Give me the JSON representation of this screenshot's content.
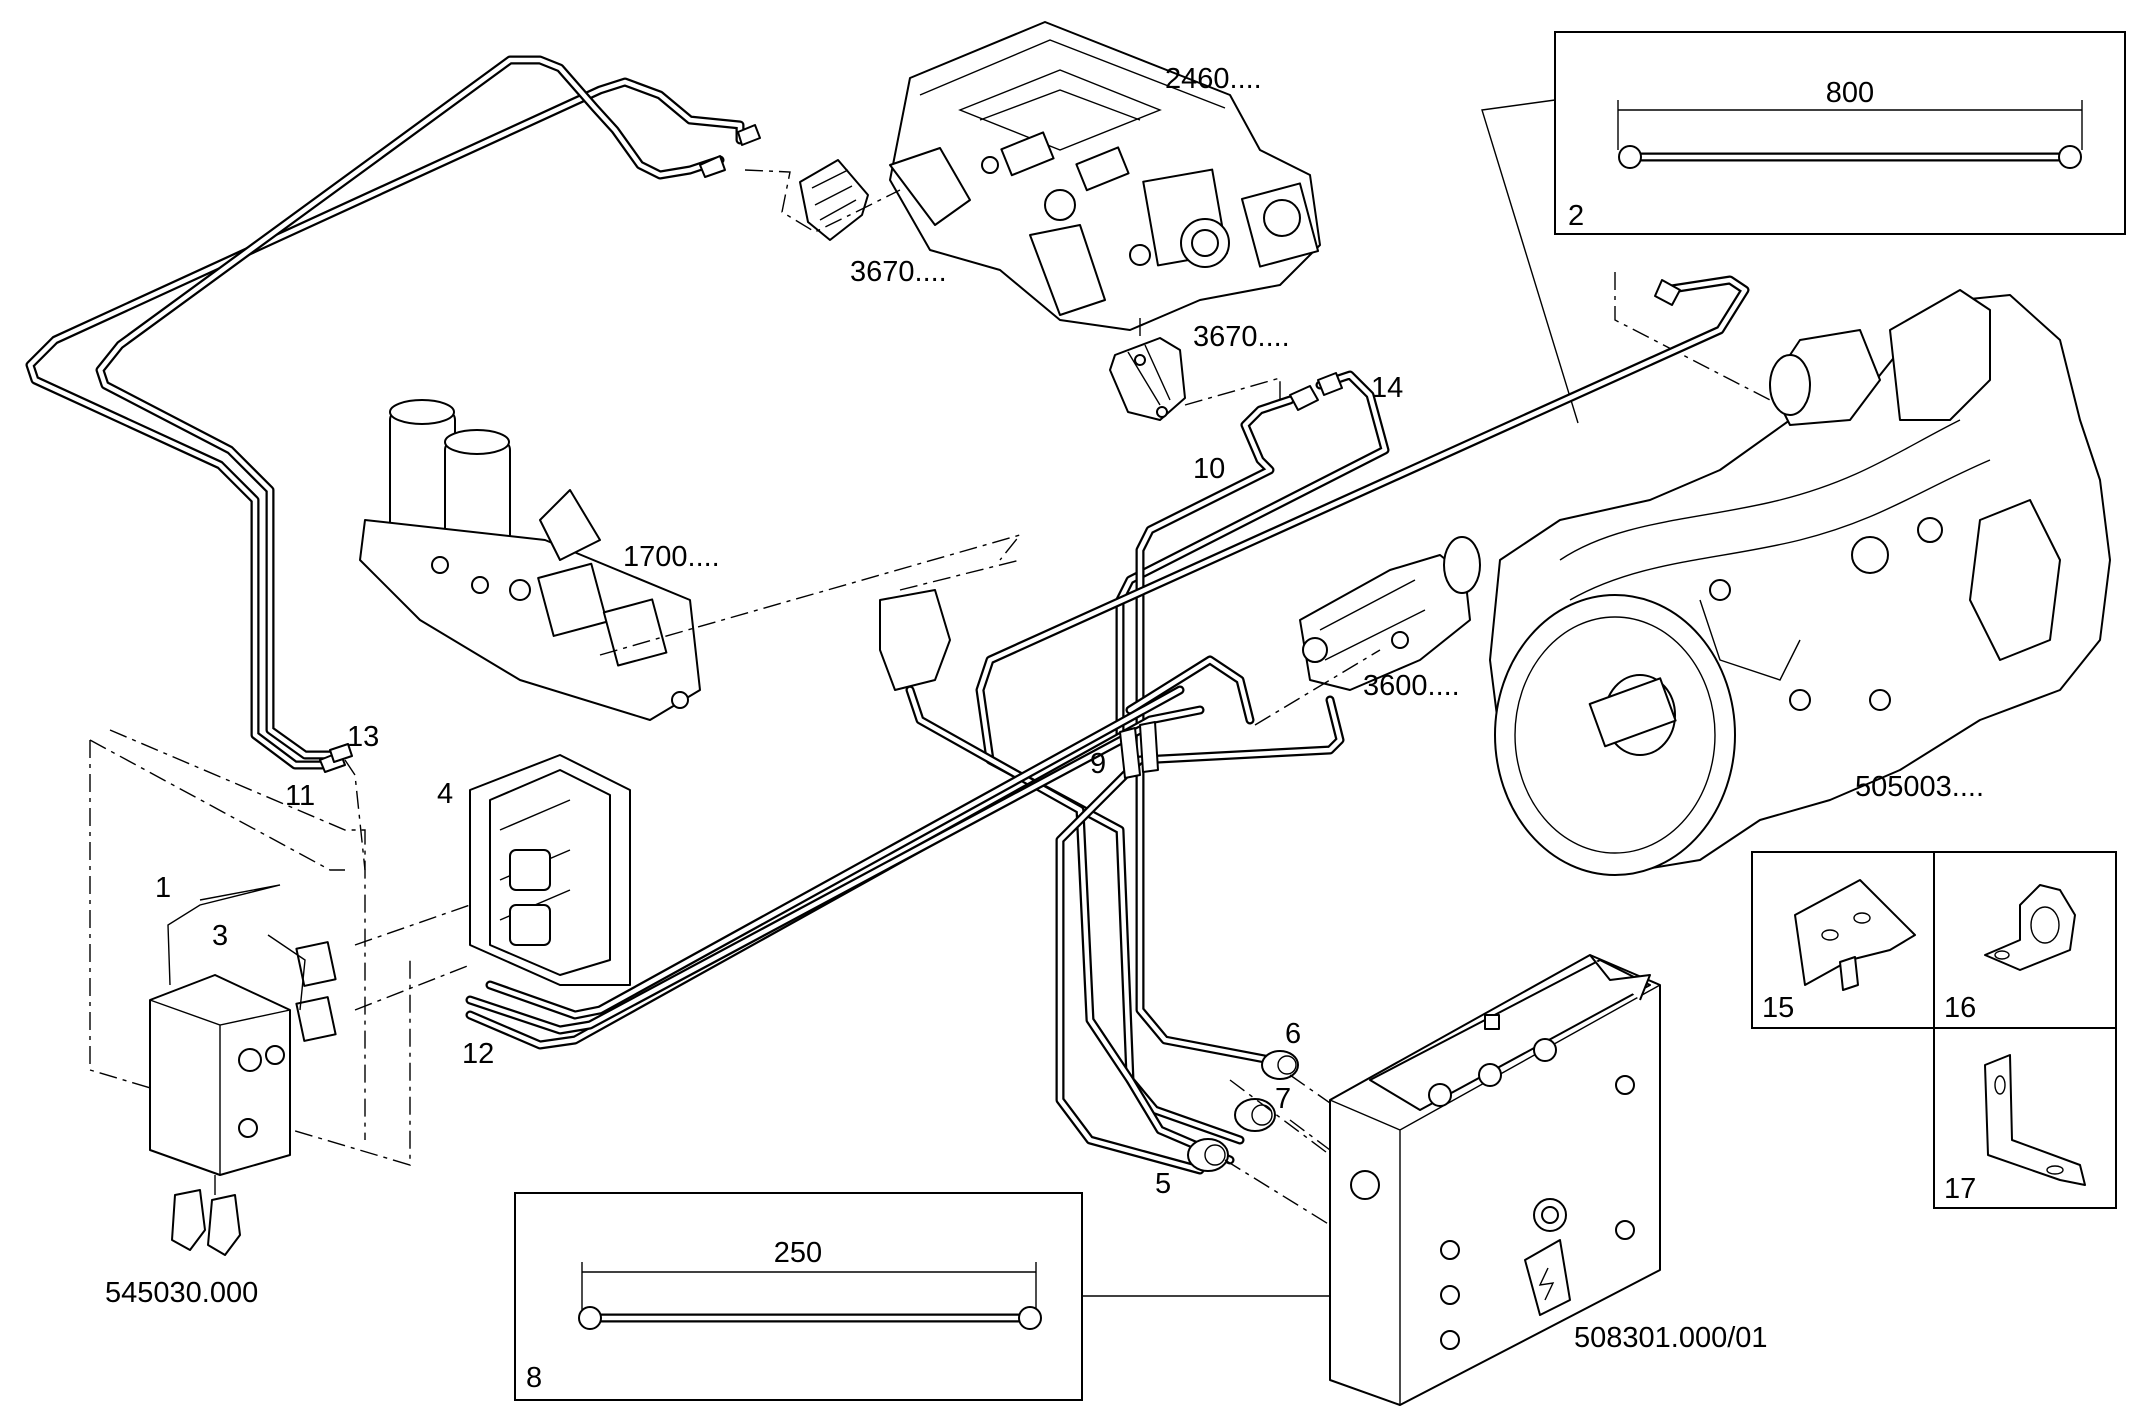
{
  "labels": {
    "p1": "1",
    "p2": "2",
    "p3": "3",
    "p4": "4",
    "p5": "5",
    "p6": "6",
    "p7": "7",
    "p8": "8",
    "p9": "9",
    "p10": "10",
    "p11": "11",
    "p12": "12",
    "p13": "13",
    "p14": "14",
    "p15": "15",
    "p16": "16",
    "p17": "17"
  },
  "references": {
    "r2460": "2460....",
    "r3670a": "3670....",
    "r3670b": "3670....",
    "r1700": "1700....",
    "r3600": "3600....",
    "r505003": "505003....",
    "r545030": "545030.000",
    "r508301": "508301.000/01"
  },
  "dimensions": {
    "d800": "800",
    "d250": "250"
  }
}
